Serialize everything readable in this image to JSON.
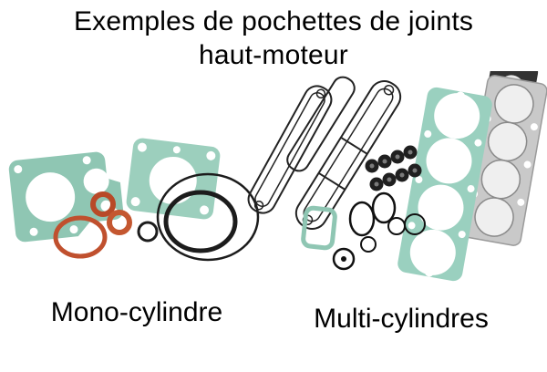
{
  "title": {
    "line1": "Exemples de pochettes de joints",
    "line2": "haut-moteur"
  },
  "captions": {
    "mono": "Mono-cylindre",
    "multi": "Multi-cylindres"
  },
  "illustration": {
    "left_group": "mono-cylinder-gasket-set-photo",
    "right_group": "multi-cylinder-gasket-set-photo",
    "items": [
      "cylinder-base-gasket-teal",
      "cylinder-head-gasket-teal",
      "orange-o-rings",
      "black-rubber-seal-rings",
      "valve-cover-gasket-outlines",
      "four-cylinder-head-gasket-teal",
      "metal-head-gasket-grey",
      "valve-stem-seals-black",
      "small-teal-gasket-outline"
    ]
  },
  "colors": {
    "background": "#ffffff",
    "text": "#000000",
    "gasket_teal": "#8fc6b3",
    "gasket_teal_light": "#9ad0bf",
    "gasket_orange": "#c0502e",
    "gasket_black": "#1c1c1c",
    "gasket_grey": "#c9c9c9"
  }
}
